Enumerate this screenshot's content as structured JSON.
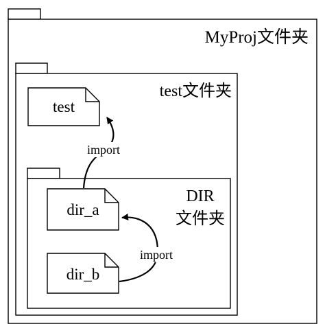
{
  "packages": {
    "myproj": {
      "label": "MyProj文件夹"
    },
    "test": {
      "label": "test文件夹"
    },
    "dir": {
      "label_line1": "DIR",
      "label_line2": "文件夹"
    }
  },
  "files": {
    "test": {
      "label": "test"
    },
    "dir_a": {
      "label": "dir_a"
    },
    "dir_b": {
      "label": "dir_b"
    }
  },
  "dependencies": {
    "dir_a_to_test": {
      "label": "import"
    },
    "dir_b_to_dir_a": {
      "label": "import"
    }
  },
  "colors": {
    "line": "#000000",
    "background": "#ffffff"
  }
}
